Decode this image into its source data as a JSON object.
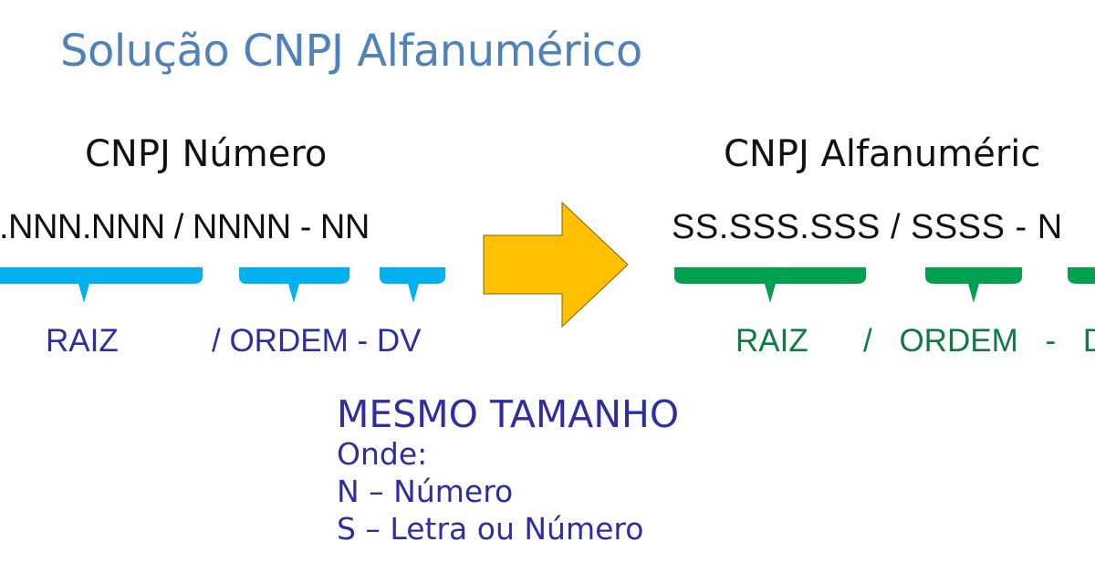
{
  "title": "Solução CNPJ Alfanumérico",
  "left": {
    "heading": "CNPJ Número",
    "format": "N.NNN.NNN / NNNN - NN",
    "raiz_label": "RAIZ",
    "ordem_dv_label": "/ ORDEM - DV"
  },
  "right": {
    "heading": "CNPJ Alfanuméric",
    "format": "SS.SSS.SSS  /  SSSS  - N",
    "raiz_label": "RAIZ",
    "ordem_dv_label": "/  ORDEM - D"
  },
  "legend": {
    "heading": "MESMO TAMANHO",
    "lines": [
      "Onde:",
      "N – Número",
      "S – Letra ou Número"
    ]
  },
  "colors": {
    "title": "#4f81bd",
    "left_bracket": "#00b0f0",
    "left_label": "#2e2ea0",
    "right_bracket": "#00a050",
    "right_label": "#0f7a45",
    "arrow": "#ffc000",
    "arrow_outline": "#7f6000"
  }
}
